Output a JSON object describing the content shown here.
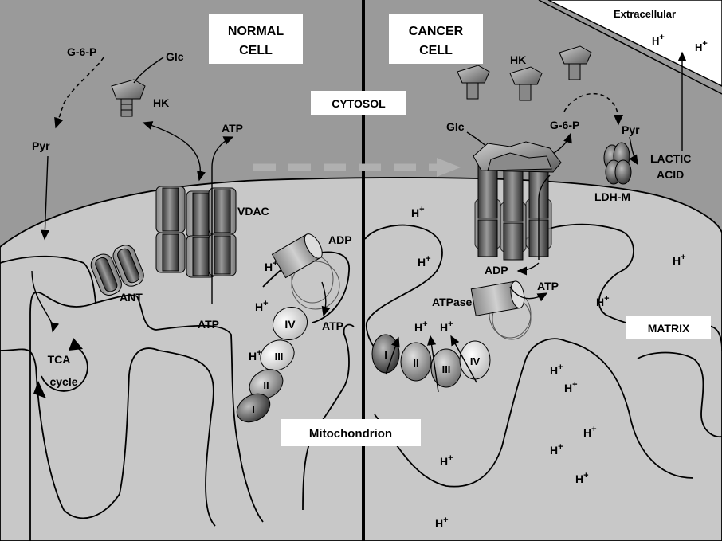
{
  "colors": {
    "cytosol": "#9a9a9a",
    "matrix": "#c8c8c8",
    "box": "#ffffff",
    "arrow_big": "#b0b0b0"
  },
  "labels": {
    "normal_line1": "NORMAL",
    "normal_line2": "CELL",
    "cancer_line1": "CANCER",
    "cancer_line2": "CELL",
    "cytosol": "CYTOSOL",
    "matrix": "MATRIX",
    "mitochondrion": "Mitochondrion",
    "extracellular": "Extracellular",
    "glc": "Glc",
    "g6p": "G-6-P",
    "hk": "HK",
    "pyr": "Pyr",
    "vdac": "VDAC",
    "atp": "ATP",
    "adp": "ADP",
    "ant": "ANT",
    "tca_line1": "TCA",
    "tca_line2": "cycle",
    "atpase": "ATPase",
    "ldh": "LDH-M",
    "lactic_line1": "LACTIC",
    "lactic_line2": "ACID",
    "proton": "H",
    "proton_sup": "+",
    "complex_i": "I",
    "complex_ii": "II",
    "complex_iii": "III",
    "complex_iv": "IV"
  }
}
